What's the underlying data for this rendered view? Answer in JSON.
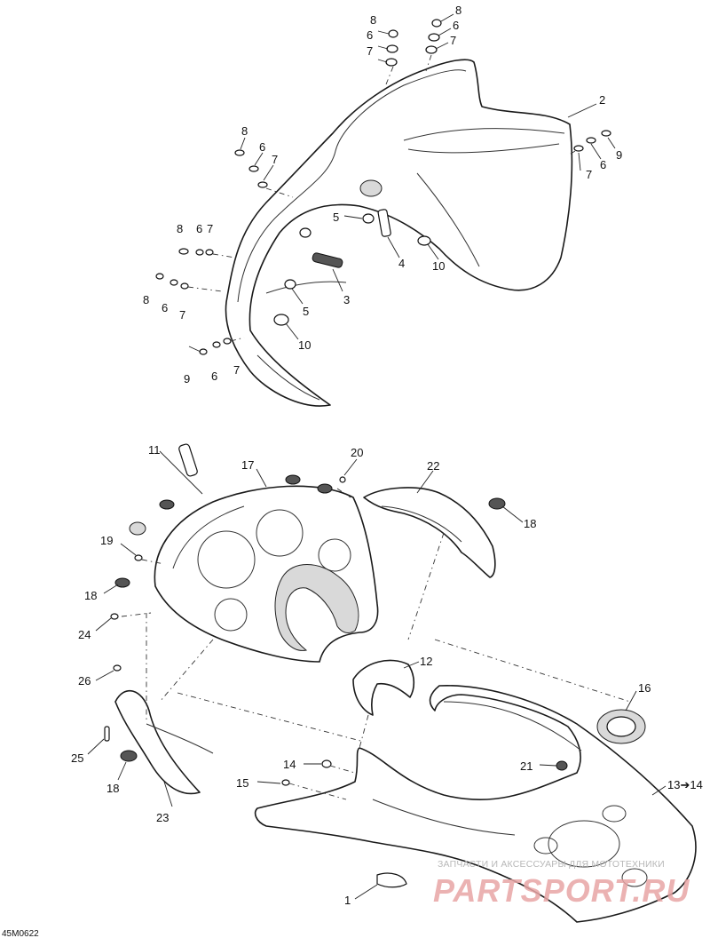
{
  "diagram": {
    "code": "45M0622",
    "watermark_caption": "ЗАПЧАСТИ И АКСЕССУАРЫ ДЛЯ МОТОТЕХНИКИ",
    "watermark_logo": "PARTSPORT.RU",
    "callouts": [
      {
        "id": "c8a",
        "text": "8"
      },
      {
        "id": "c6a",
        "text": "6"
      },
      {
        "id": "c7a",
        "text": "7"
      },
      {
        "id": "c8b",
        "text": "8"
      },
      {
        "id": "c6b",
        "text": "6"
      },
      {
        "id": "c7b",
        "text": "7"
      },
      {
        "id": "c2",
        "text": "2"
      },
      {
        "id": "c6c",
        "text": "6"
      },
      {
        "id": "c7c",
        "text": "7"
      },
      {
        "id": "c9c",
        "text": "9"
      },
      {
        "id": "c8d",
        "text": "8"
      },
      {
        "id": "c6d",
        "text": "6"
      },
      {
        "id": "c7d",
        "text": "7"
      },
      {
        "id": "c5a",
        "text": "5"
      },
      {
        "id": "c4",
        "text": "4"
      },
      {
        "id": "c10a",
        "text": "10"
      },
      {
        "id": "c8e",
        "text": "8"
      },
      {
        "id": "c6e",
        "text": "6"
      },
      {
        "id": "c7e",
        "text": "7"
      },
      {
        "id": "c8f",
        "text": "8"
      },
      {
        "id": "c6f",
        "text": "6"
      },
      {
        "id": "c7f",
        "text": "7"
      },
      {
        "id": "c3",
        "text": "3"
      },
      {
        "id": "c5b",
        "text": "5"
      },
      {
        "id": "c10b",
        "text": "10"
      },
      {
        "id": "c9g",
        "text": "9"
      },
      {
        "id": "c6g",
        "text": "6"
      },
      {
        "id": "c7g",
        "text": "7"
      },
      {
        "id": "c11",
        "text": "11"
      },
      {
        "id": "c17",
        "text": "17"
      },
      {
        "id": "c20",
        "text": "20"
      },
      {
        "id": "c22",
        "text": "22"
      },
      {
        "id": "c18a",
        "text": "18"
      },
      {
        "id": "c19",
        "text": "19"
      },
      {
        "id": "c18b",
        "text": "18"
      },
      {
        "id": "c24",
        "text": "24"
      },
      {
        "id": "c12",
        "text": "12"
      },
      {
        "id": "c26",
        "text": "26"
      },
      {
        "id": "c16",
        "text": "16"
      },
      {
        "id": "c25",
        "text": "25"
      },
      {
        "id": "c14",
        "text": "14"
      },
      {
        "id": "c21",
        "text": "21"
      },
      {
        "id": "c18c",
        "text": "18"
      },
      {
        "id": "c15",
        "text": "15"
      },
      {
        "id": "c13",
        "text": "13➔14"
      },
      {
        "id": "c23",
        "text": "23"
      },
      {
        "id": "c1",
        "text": "1"
      }
    ]
  }
}
